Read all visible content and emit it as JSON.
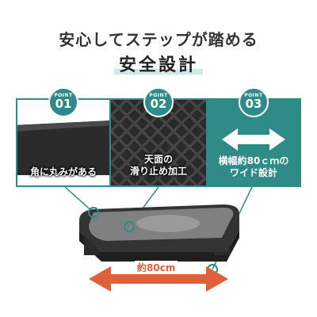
{
  "header": {
    "headline": "安心してステップが踏める",
    "subhead": "安全設計"
  },
  "points": [
    {
      "badge_label": "POINT",
      "number": "01",
      "caption": "角に丸みがある"
    },
    {
      "badge_label": "POINT",
      "number": "02",
      "caption_line1": "天面の",
      "caption_line2": "滑り止め加工"
    },
    {
      "badge_label": "POINT",
      "number": "03",
      "caption_line1": "横幅約80ｃｍの",
      "caption_line2": "ワイド設計"
    }
  ],
  "product": {
    "width_label": "約80cm"
  },
  "colors": {
    "accent": "#2e8b87",
    "arrow": "#e0603a",
    "highlight": "#cfe9e7"
  }
}
